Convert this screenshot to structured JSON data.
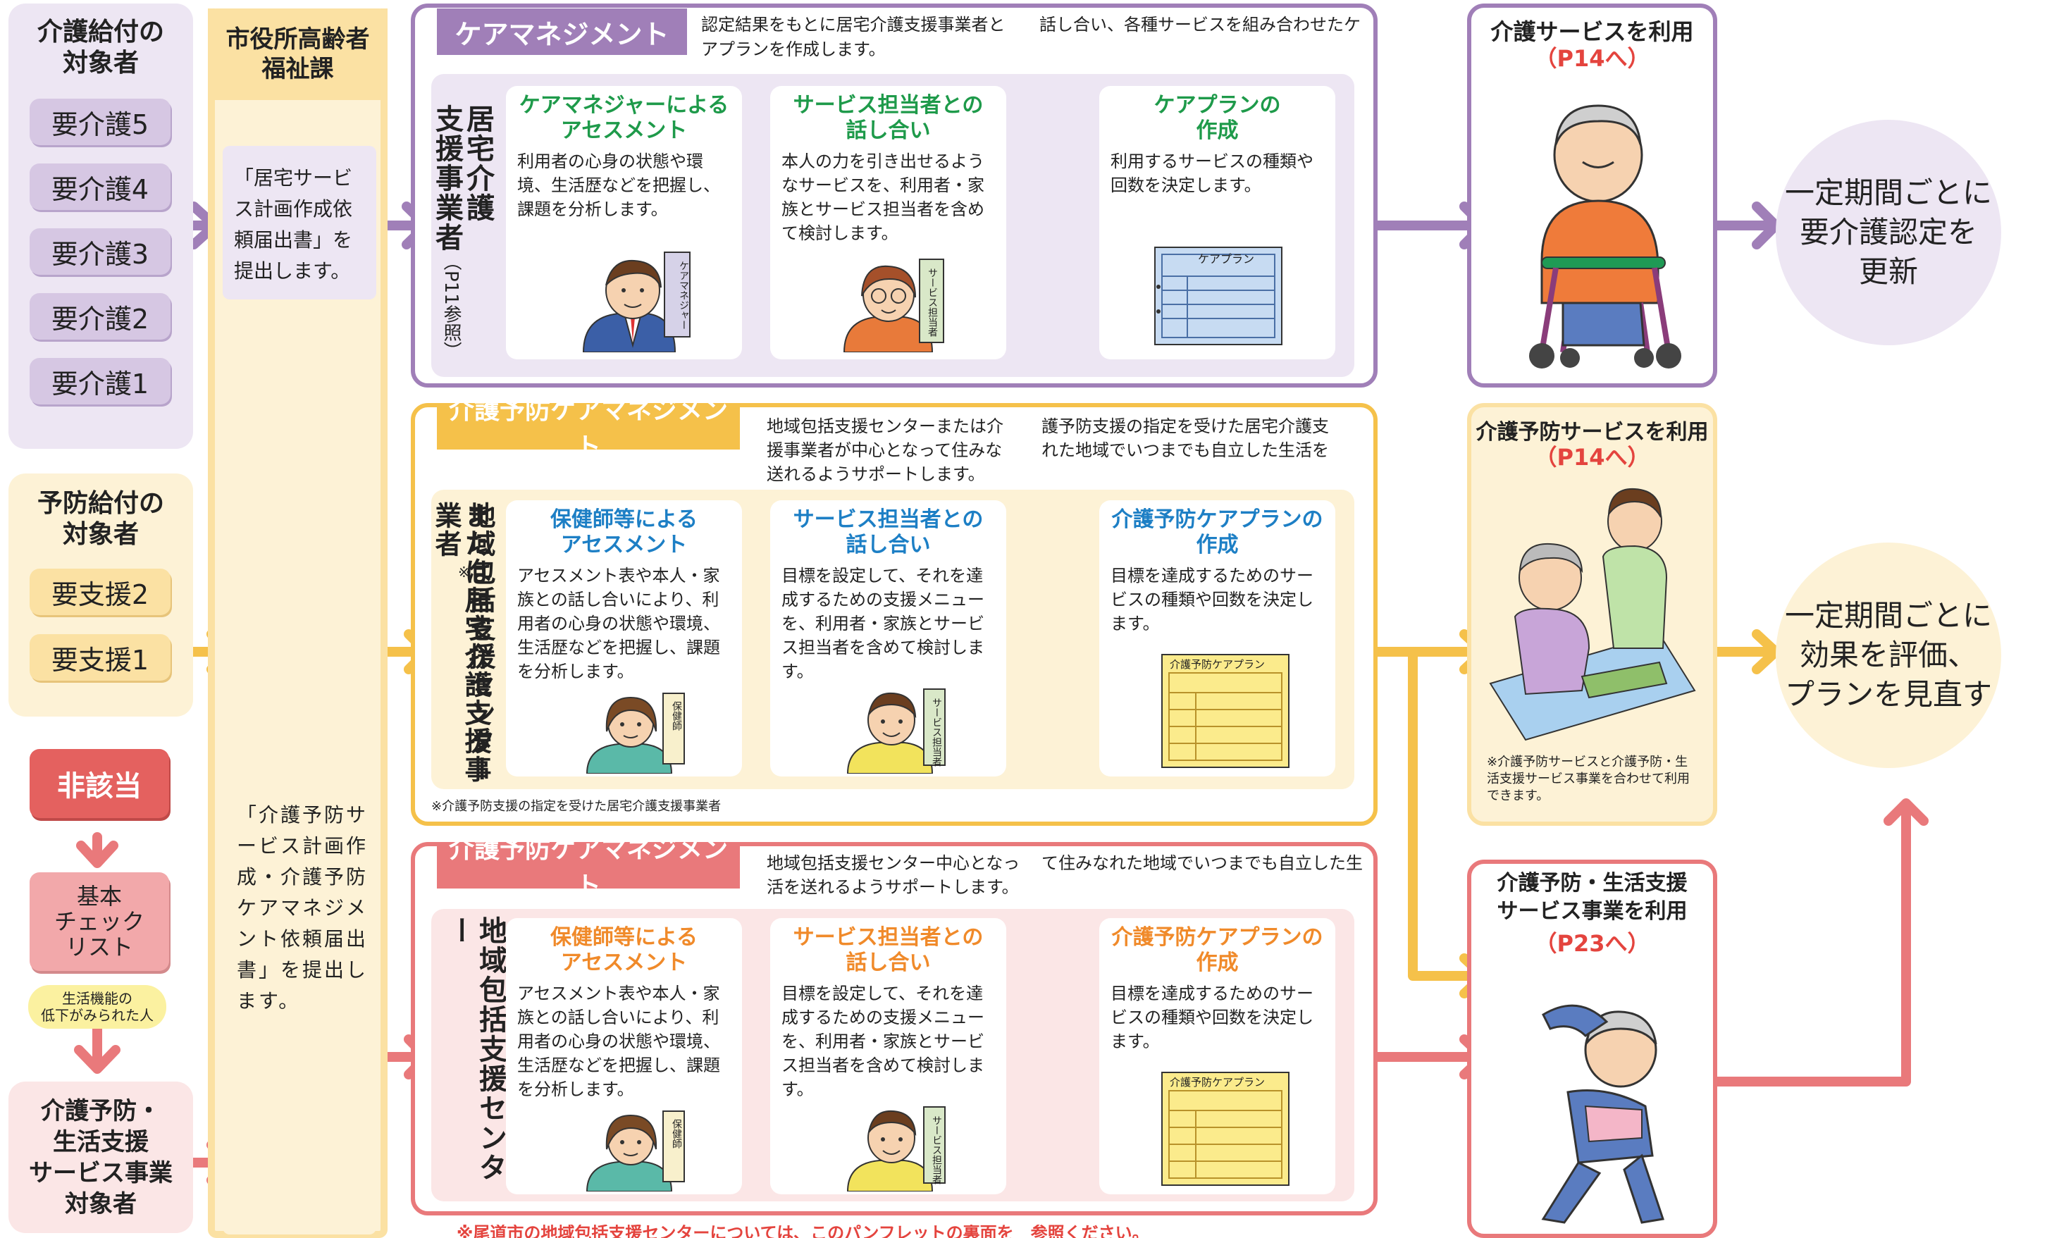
{
  "left_column": {
    "kaigo_group": {
      "title": "介護給付の\n対象者",
      "levels": [
        "要介護5",
        "要介護4",
        "要介護3",
        "要介護2",
        "要介護1"
      ]
    },
    "yobo_group": {
      "title": "予防給付の\n対象者",
      "levels": [
        "要支援2",
        "要支援1"
      ]
    },
    "not_applicable": "非該当",
    "checklist": "基本\nチェック\nリスト",
    "decline_note": "生活機能の\n低下がみられた人",
    "jigyo_target": "介護予防・\n生活支援\nサービス事業\n対象者"
  },
  "city_office": {
    "header": "市役所高齢者\n福祉課",
    "note_top": "「居宅サービス計画作成依頼届出書」を提出します。",
    "note_bottom": "「介護予防サービス計画作成・介護予防ケアマネジメント依頼届出書」を提出します。"
  },
  "row1": {
    "tab": "ケアマネジメント",
    "description_a": "認定結果をもとに居宅介護支援事業者と",
    "description_b": "話し合い、各種サービスを組み合わせたケ",
    "description_c": "アプランを作成します。",
    "side_label": "居宅介護\n支援事業者",
    "side_ref": "（P11参照）",
    "cards": [
      {
        "title": "ケアマネジャーによる\nアセスメント",
        "body": "利用者の心身の状態や環境、生活歴などを把握し、課題を分析します。",
        "tag": "ケアマネジャー"
      },
      {
        "title": "サービス担当者との\n話し合い",
        "body": "本人の力を引き出せるようなサービスを、利用者・家族とサービス担当者を含めて検討します。",
        "tag": "サービス担当者"
      },
      {
        "title": "ケアプランの\n作成",
        "body": "利用するサービスの種類や回数を決定します。",
        "tag": "ケアプラン"
      }
    ],
    "result_title": "介護サービスを利用",
    "result_ref": "（P14へ）",
    "circle_text": "一定期間ごとに\n要介護認定を\n更新"
  },
  "row2": {
    "tab": "介護予防ケアマネジメント",
    "description_a": "地域包括支援センターまたは介",
    "description_b": "護予防支援の指定を受けた居宅介護支",
    "description_c": "援事業者が中心となって住みな",
    "description_d": "れた地域でいつまでも自立した生活を",
    "description_e": "送れるようサポートします。",
    "side_label_a": "地域包括支援センター",
    "side_label_b": "または居宅介護支援事業者",
    "side_mark": "※",
    "footnote": "※介護予防支援の指定を受けた居宅介護支援事業者",
    "cards": [
      {
        "title": "保健師等による\nアセスメント",
        "body": "アセスメント表や本人・家族との話し合いにより、利用者の心身の状態や環境、生活歴などを把握し、課題を分析します。",
        "tag": "保健師"
      },
      {
        "title": "サービス担当者との\n話し合い",
        "body": "目標を設定して、それを達成するための支援メニューを、利用者・家族とサービス担当者を含めて検討します。",
        "tag": "サービス担当者"
      },
      {
        "title": "介護予防ケアプランの\n作成",
        "body": "目標を達成するためのサービスの種類や回数を決定します。",
        "tag": "介護予防ケアプラン"
      }
    ],
    "result_title": "介護予防サービスを利用",
    "result_ref": "（P14へ）",
    "result_note": "※介護予防サービスと介護予防・生活支援サービス事業を合わせて利用できます。",
    "circle_text": "一定期間ごとに\n効果を評価、\nプランを見直す"
  },
  "row3": {
    "tab": "介護予防ケアマネジメント",
    "description_a": "地域包括支援センター中心となっ",
    "description_b": "て住みなれた地域でいつまでも自立した生",
    "description_c": "活を送れるようサポートします。",
    "side_label": "地域包括支援センター",
    "cards": [
      {
        "title": "保健師等による\nアセスメント",
        "body": "アセスメント表や本人・家族との話し合いにより、利用者の心身の状態や環境、生活歴などを把握し、課題を分析します。",
        "tag": "保健師"
      },
      {
        "title": "サービス担当者との\n話し合い",
        "body": "目標を設定して、それを達成するための支援メニューを、利用者・家族とサービス担当者を含めて検討します。",
        "tag": "サービス担当者"
      },
      {
        "title": "介護予防ケアプランの\n作成",
        "body": "目標を達成するためのサービスの種類や回数を決定します。",
        "tag": "介護予防ケアプラン"
      }
    ],
    "result_title": "介護予防・生活支援\nサービス事業を利用",
    "result_ref": "（P23へ）"
  },
  "bottom_note": "※尾道市の地域包括支援センターについては、このパンフレットの裏面を　参照ください。",
  "colors": {
    "purple": "#a07fb8",
    "purple_light": "#ede6f3",
    "purple_mid": "#d6c7e3",
    "yellow": "#f5c14a",
    "yellow_light": "#fdf2d6",
    "yellow_mid": "#fbe1a3",
    "pink": "#e9797b",
    "pink_light": "#fbe6e6",
    "pink_mid": "#f5bcbc",
    "green_title": "#1e9a4a",
    "blue_title": "#1d7fc5",
    "orange_title": "#f08a2a",
    "red_ref": "#e4443e"
  }
}
